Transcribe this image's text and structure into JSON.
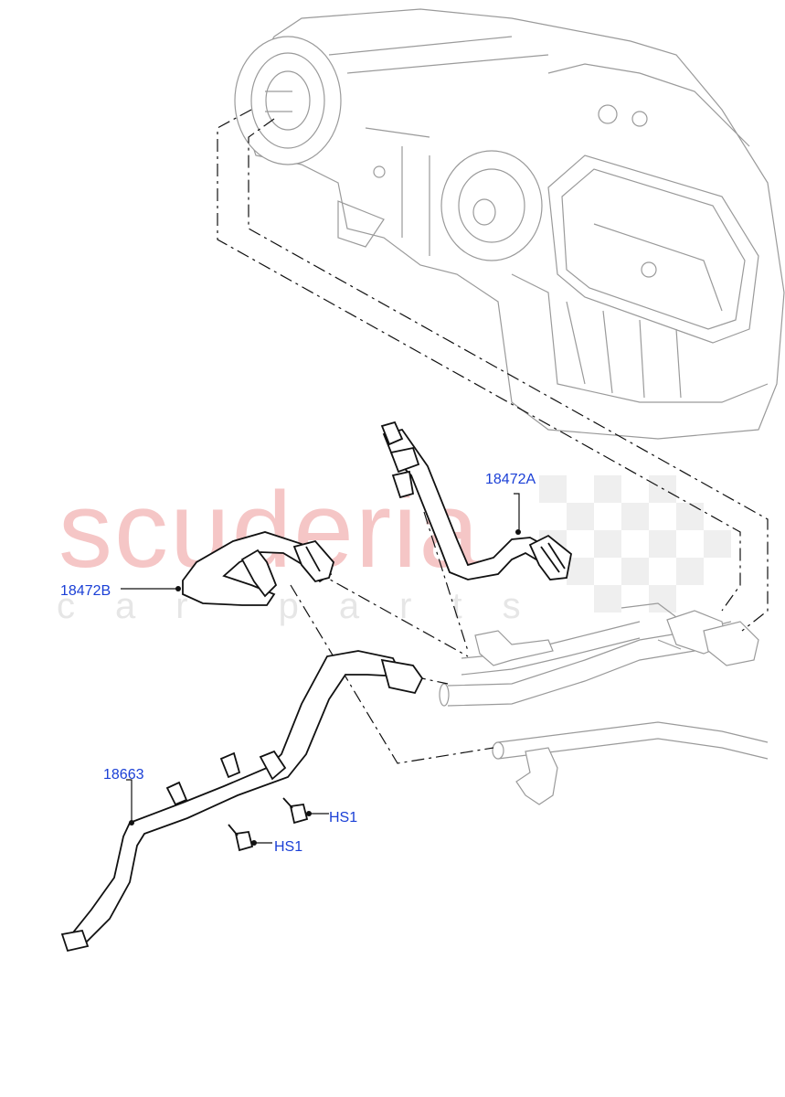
{
  "watermark": {
    "main": "scuderia",
    "sub": "car parts"
  },
  "callouts": {
    "hose_a": "18472A",
    "hose_b": "18472B",
    "pipe": "18663",
    "screw_1": "HS1",
    "screw_2": "HS1"
  },
  "colors": {
    "callout_text": "#1a3fd6",
    "watermark_main": "#f5c6c6",
    "watermark_sub": "#e6e6e6",
    "ghost_lines": "#9a9a9a",
    "part_lines": "#111111"
  }
}
